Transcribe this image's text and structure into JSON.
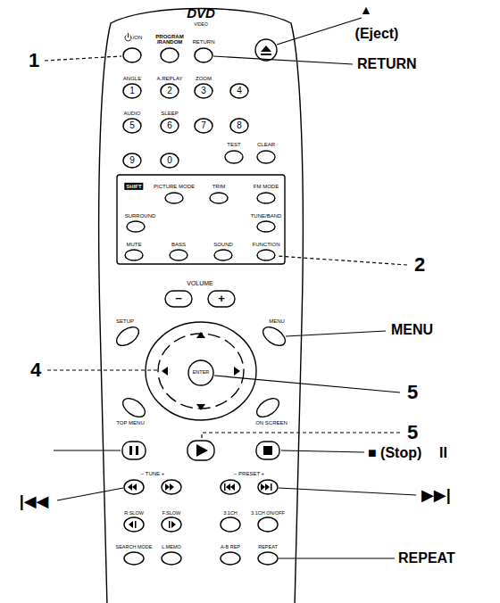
{
  "diagram": {
    "labels": [
      "1",
      "/ON",
      "PROGRAM /RANDOM",
      "RETURN",
      "▲",
      "(Eject)",
      "RETURN",
      "ANGLE",
      "A.REPLAY",
      "ZOOM",
      "1",
      "2",
      "3",
      "4",
      "AUDIO",
      "SLEEP",
      "5",
      "6",
      "7",
      "8",
      "TEST",
      "CLEAR",
      "9",
      "0",
      "SHIFT",
      "PICTURE MODE",
      "TRIM",
      "FM MODE",
      "SURROUND",
      "TUNE/BAND",
      "MUTE",
      "BASS",
      "SOUND",
      "FUNCTION",
      "2",
      "VOLUME",
      "−",
      "+",
      "SETUP",
      "MENU",
      "MENU",
      "4",
      "ENTER",
      "5",
      "TOP MENU",
      "ON SCREEN",
      "5",
      "■ (Stop)",
      "II",
      "− TUNE +",
      "− PRESET +",
      "▶▶|",
      "|◀◀",
      "R.SLOW",
      "F.SLOW",
      "3.1CH",
      "3.1CH ON/OFF",
      "SEARCH MODE",
      "L.MEMO",
      "A-B REP",
      "REPEAT",
      "REPEAT",
      "DVD",
      "VIDEO"
    ]
  }
}
